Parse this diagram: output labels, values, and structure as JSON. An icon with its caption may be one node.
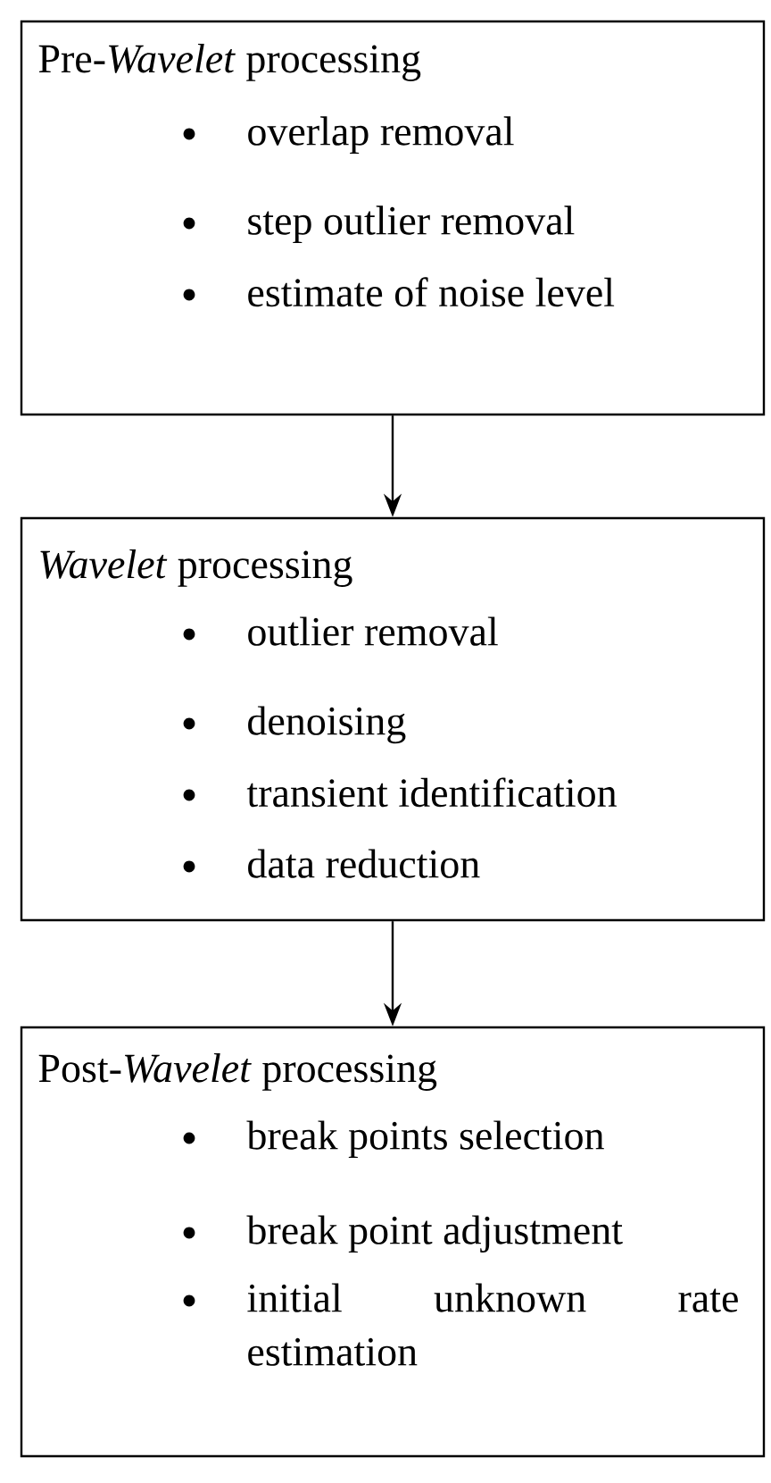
{
  "diagram": {
    "nodes": [
      {
        "text": [
          "Pre-*Wavelet* processing",
          "overlap removal",
          "step outlier removal",
          "estimate of noise level"
        ]
      },
      {
        "text": [
          "*Wavelet* processing",
          "outlier removal",
          "denoising",
          "transient identification",
          "data reduction"
        ]
      },
      {
        "text": [
          "Post-*Wavelet* processing",
          "break points selection",
          "break point adjustment",
          "initial unknown rate estimation"
        ]
      }
    ],
    "edges": [
      {
        "from": 0,
        "to": 1,
        "arrow": "to"
      },
      {
        "from": 1,
        "to": 2,
        "arrow": "to"
      }
    ]
  }
}
